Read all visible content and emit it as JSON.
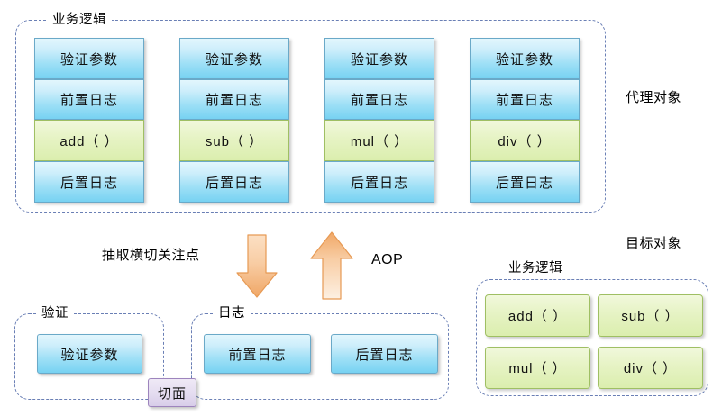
{
  "diagram": {
    "title_top_group": "业务逻辑",
    "proxy_object_label": "代理对象",
    "target_object_label": "目标对象",
    "target_group_label": "业务逻辑",
    "extract_label": "抽取横切关注点",
    "aop_label": "AOP",
    "validate_group_label": "验证",
    "log_group_label": "日志",
    "aspect_badge": "切面",
    "colors": {
      "blue_fill": "#9fe0f6",
      "blue_border": "#6aa9c8",
      "green_fill": "#dbeeae",
      "green_border": "#9fbf63",
      "frame_dash": "#6a7fb5",
      "arrow_fill": "#f7c293",
      "arrow_border": "#e08b3e",
      "badge_fill": "#d8cde9",
      "badge_border": "#9d84bd"
    },
    "proxy_columns": [
      {
        "validate": "验证参数",
        "before_log": "前置日志",
        "method": "add（ ）",
        "after_log": "后置日志"
      },
      {
        "validate": "验证参数",
        "before_log": "前置日志",
        "method": "sub（ ）",
        "after_log": "后置日志"
      },
      {
        "validate": "验证参数",
        "before_log": "前置日志",
        "method": "mul（ ）",
        "after_log": "后置日志"
      },
      {
        "validate": "验证参数",
        "before_log": "前置日志",
        "method": "div（ ）",
        "after_log": "后置日志"
      }
    ],
    "validate_items": [
      "验证参数"
    ],
    "log_items": [
      "前置日志",
      "后置日志"
    ],
    "target_methods": [
      "add（ ）",
      "sub（ ）",
      "mul（ ）",
      "div（ ）"
    ]
  }
}
